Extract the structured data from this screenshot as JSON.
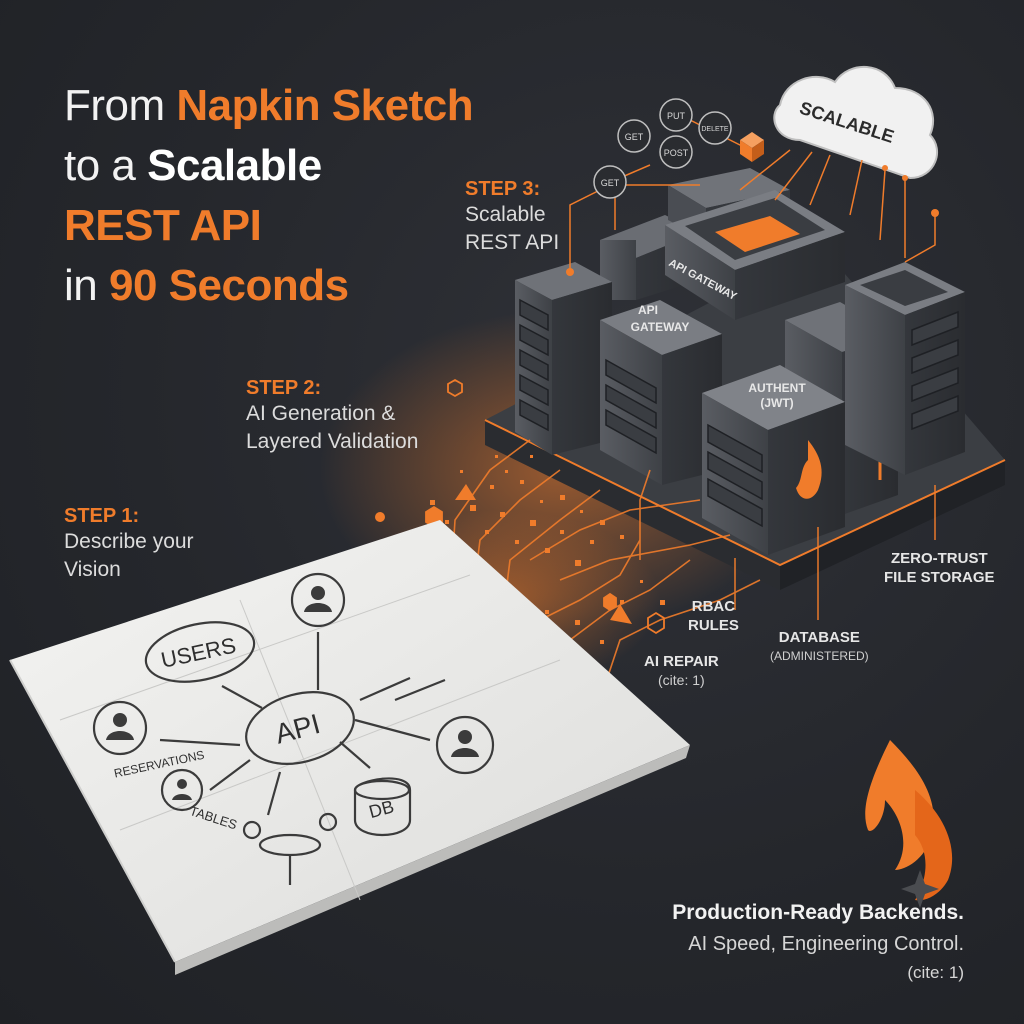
{
  "headline": {
    "part1": "From ",
    "part2": "Napkin Sketch",
    "part3": "to a ",
    "part4": "Scalable",
    "part5": "REST API",
    "part6": "in ",
    "part7": "90 Seconds"
  },
  "steps": [
    {
      "title": "STEP 1:",
      "line1": "Describe your",
      "line2": "Vision"
    },
    {
      "title": "STEP 2:",
      "line1": "AI Generation &",
      "line2": "Layered Validation"
    },
    {
      "title": "STEP 3:",
      "line1": "Scalable",
      "line2": "REST API"
    }
  ],
  "sketch": {
    "users": "USERS",
    "api": "API",
    "reservations": "RESERVATIONS",
    "tables": "TABLES",
    "db": "DB"
  },
  "cloud": {
    "label": "SCALABLE"
  },
  "methods": [
    "GET",
    "PUT",
    "DELETE",
    "POST",
    "GET"
  ],
  "servers": {
    "gateway_top": "API GATEWAY",
    "gateway_line1": "API",
    "gateway_line2": "GATEWAY",
    "auth_line1": "AUTHENT",
    "auth_line2": "(JWT)"
  },
  "callouts": {
    "rbac_line1": "RBAC",
    "rbac_line2": "RULES",
    "ai_repair": "AI REPAIR",
    "ai_repair_cite": "(cite: 1)",
    "database": "DATABASE",
    "database_sub": "(ADMINISTERED)",
    "zt_line1": "ZERO-TRUST",
    "zt_line2": "FILE STORAGE"
  },
  "tagline": {
    "line1": "Production-Ready Backends.",
    "line2": "AI Speed, Engineering Control.",
    "cite": "(cite: 1)"
  },
  "colors": {
    "accent": "#f07c2b",
    "background": "#24262b",
    "text": "#f2f2f2"
  }
}
